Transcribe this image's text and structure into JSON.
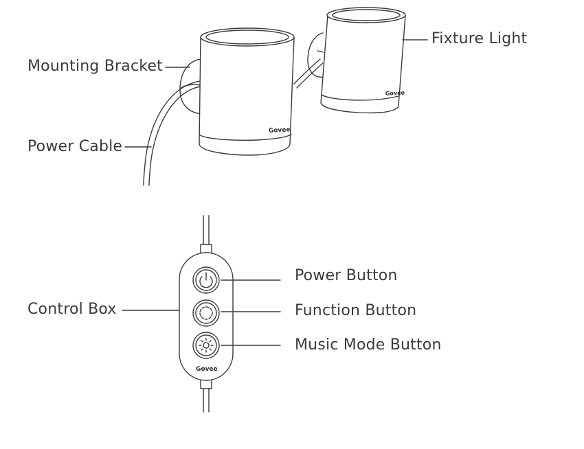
{
  "labels": {
    "fixture_light": "Fixture Light",
    "mounting_bracket": "Mounting Bracket",
    "power_cable": "Power Cable",
    "control_box": "Control Box",
    "power_button": "Power Button",
    "function_button": "Function Button",
    "music_mode_button": "Music Mode Button"
  },
  "brand": "Govee",
  "colors": {
    "line": "#3a3a3a",
    "text": "#3a3a3a",
    "fill": "#ffffff"
  }
}
